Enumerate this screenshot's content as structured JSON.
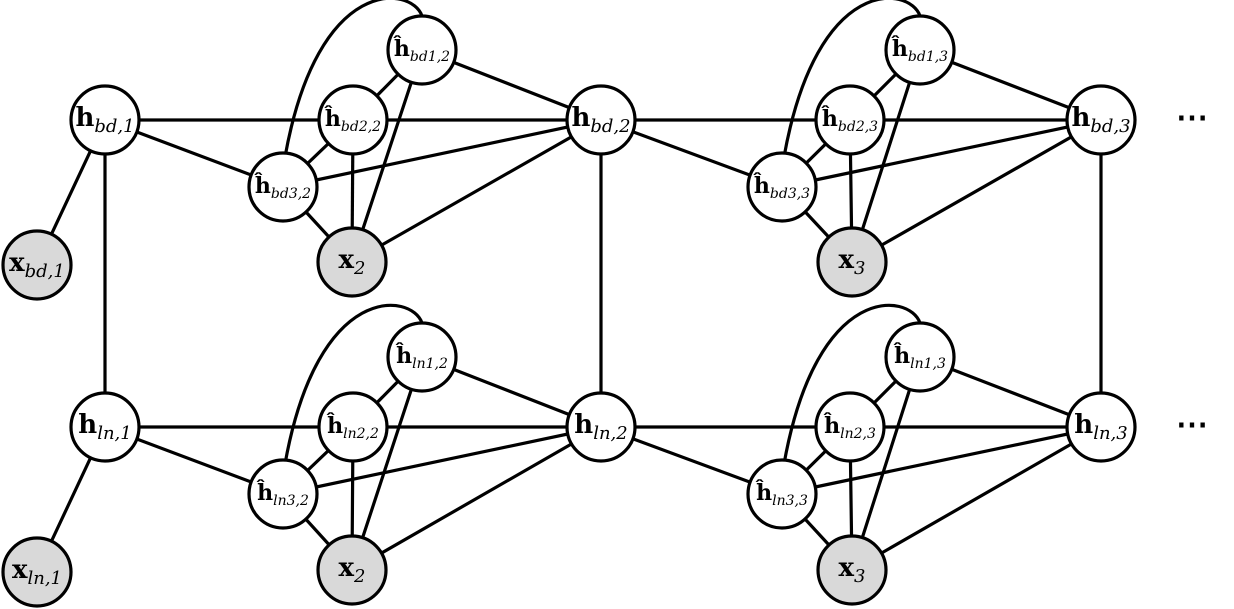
{
  "colors": {
    "hidden_fill": "#ffffff",
    "observed_fill": "#d9d9d9",
    "stroke": "#000000"
  },
  "continuation": "⋯",
  "nodes": [
    {
      "id": "h_bd_1",
      "kind": "hidden",
      "base": "h",
      "hat": false,
      "sub": "bd,1"
    },
    {
      "id": "x_bd_1",
      "kind": "observed",
      "base": "x",
      "hat": false,
      "sub": "bd,1"
    },
    {
      "id": "hh_bd1_2",
      "kind": "hidden",
      "base": "h",
      "hat": true,
      "sub": "bd1,2"
    },
    {
      "id": "hh_bd2_2",
      "kind": "hidden",
      "base": "h",
      "hat": true,
      "sub": "bd2,2"
    },
    {
      "id": "hh_bd3_2",
      "kind": "hidden",
      "base": "h",
      "hat": true,
      "sub": "bd3,2"
    },
    {
      "id": "x2_top",
      "kind": "observed",
      "base": "x",
      "hat": false,
      "sub": "2"
    },
    {
      "id": "h_bd_2",
      "kind": "hidden",
      "base": "h",
      "hat": false,
      "sub": "bd,2"
    },
    {
      "id": "hh_bd1_3",
      "kind": "hidden",
      "base": "h",
      "hat": true,
      "sub": "bd1,3"
    },
    {
      "id": "hh_bd2_3",
      "kind": "hidden",
      "base": "h",
      "hat": true,
      "sub": "bd2,3"
    },
    {
      "id": "hh_bd3_3",
      "kind": "hidden",
      "base": "h",
      "hat": true,
      "sub": "bd3,3"
    },
    {
      "id": "x3_top",
      "kind": "observed",
      "base": "x",
      "hat": false,
      "sub": "3"
    },
    {
      "id": "h_bd_3",
      "kind": "hidden",
      "base": "h",
      "hat": false,
      "sub": "bd,3"
    },
    {
      "id": "h_ln_1",
      "kind": "hidden",
      "base": "h",
      "hat": false,
      "sub": "ln,1"
    },
    {
      "id": "x_ln_1",
      "kind": "observed",
      "base": "x",
      "hat": false,
      "sub": "ln,1"
    },
    {
      "id": "hh_ln1_2",
      "kind": "hidden",
      "base": "h",
      "hat": true,
      "sub": "ln1,2"
    },
    {
      "id": "hh_ln2_2",
      "kind": "hidden",
      "base": "h",
      "hat": true,
      "sub": "ln2,2"
    },
    {
      "id": "hh_ln3_2",
      "kind": "hidden",
      "base": "h",
      "hat": true,
      "sub": "ln3,2"
    },
    {
      "id": "x2_bot",
      "kind": "observed",
      "base": "x",
      "hat": false,
      "sub": "2"
    },
    {
      "id": "h_ln_2",
      "kind": "hidden",
      "base": "h",
      "hat": false,
      "sub": "ln,2"
    },
    {
      "id": "hh_ln1_3",
      "kind": "hidden",
      "base": "h",
      "hat": true,
      "sub": "ln1,3"
    },
    {
      "id": "hh_ln2_3",
      "kind": "hidden",
      "base": "h",
      "hat": true,
      "sub": "ln2,3"
    },
    {
      "id": "hh_ln3_3",
      "kind": "hidden",
      "base": "h",
      "hat": true,
      "sub": "ln3,3"
    },
    {
      "id": "x3_bot",
      "kind": "observed",
      "base": "x",
      "hat": false,
      "sub": "3"
    },
    {
      "id": "h_ln_3",
      "kind": "hidden",
      "base": "h",
      "hat": false,
      "sub": "ln,3"
    }
  ],
  "edges": [
    [
      "h_bd_1",
      "x_bd_1"
    ],
    [
      "h_bd_1",
      "h_bd_2"
    ],
    [
      "h_bd_1",
      "hh_bd3_2"
    ],
    [
      "h_bd_1",
      "h_ln_1"
    ],
    [
      "hh_bd1_2",
      "hh_bd2_2"
    ],
    [
      "hh_bd1_2",
      "x2_top"
    ],
    [
      "hh_bd1_2",
      "h_bd_2"
    ],
    [
      "hh_bd1_2",
      "hh_bd3_2"
    ],
    [
      "hh_bd2_2",
      "hh_bd3_2"
    ],
    [
      "hh_bd2_2",
      "x2_top"
    ],
    [
      "hh_bd3_2",
      "x2_top"
    ],
    [
      "hh_bd3_2",
      "h_bd_2"
    ],
    [
      "x2_top",
      "h_bd_2"
    ],
    [
      "h_bd_2",
      "h_bd_3"
    ],
    [
      "h_bd_2",
      "hh_bd3_3"
    ],
    [
      "h_bd_2",
      "h_ln_2"
    ],
    [
      "hh_bd1_3",
      "hh_bd2_3"
    ],
    [
      "hh_bd1_3",
      "x3_top"
    ],
    [
      "hh_bd1_3",
      "h_bd_3"
    ],
    [
      "hh_bd1_3",
      "hh_bd3_3"
    ],
    [
      "hh_bd2_3",
      "hh_bd3_3"
    ],
    [
      "hh_bd2_3",
      "x3_top"
    ],
    [
      "hh_bd3_3",
      "x3_top"
    ],
    [
      "hh_bd3_3",
      "h_bd_3"
    ],
    [
      "x3_top",
      "h_bd_3"
    ],
    [
      "h_bd_3",
      "h_ln_3"
    ],
    [
      "h_ln_1",
      "x_ln_1"
    ],
    [
      "h_ln_1",
      "h_ln_2"
    ],
    [
      "h_ln_1",
      "hh_ln3_2"
    ],
    [
      "hh_ln1_2",
      "hh_ln2_2"
    ],
    [
      "hh_ln1_2",
      "x2_bot"
    ],
    [
      "hh_ln1_2",
      "h_ln_2"
    ],
    [
      "hh_ln1_2",
      "hh_ln3_2"
    ],
    [
      "hh_ln2_2",
      "hh_ln3_2"
    ],
    [
      "hh_ln2_2",
      "x2_bot"
    ],
    [
      "hh_ln3_2",
      "x2_bot"
    ],
    [
      "hh_ln3_2",
      "h_ln_2"
    ],
    [
      "x2_bot",
      "h_ln_2"
    ],
    [
      "h_ln_2",
      "h_ln_3"
    ],
    [
      "h_ln_2",
      "hh_ln3_3"
    ],
    [
      "hh_ln1_3",
      "hh_ln2_3"
    ],
    [
      "hh_ln1_3",
      "x3_bot"
    ],
    [
      "hh_ln1_3",
      "h_ln_3"
    ],
    [
      "hh_ln1_3",
      "hh_ln3_3"
    ],
    [
      "hh_ln2_3",
      "hh_ln3_3"
    ],
    [
      "hh_ln2_3",
      "x3_bot"
    ],
    [
      "hh_ln3_3",
      "x3_bot"
    ],
    [
      "hh_ln3_3",
      "h_ln_3"
    ],
    [
      "x3_bot",
      "h_ln_3"
    ]
  ]
}
